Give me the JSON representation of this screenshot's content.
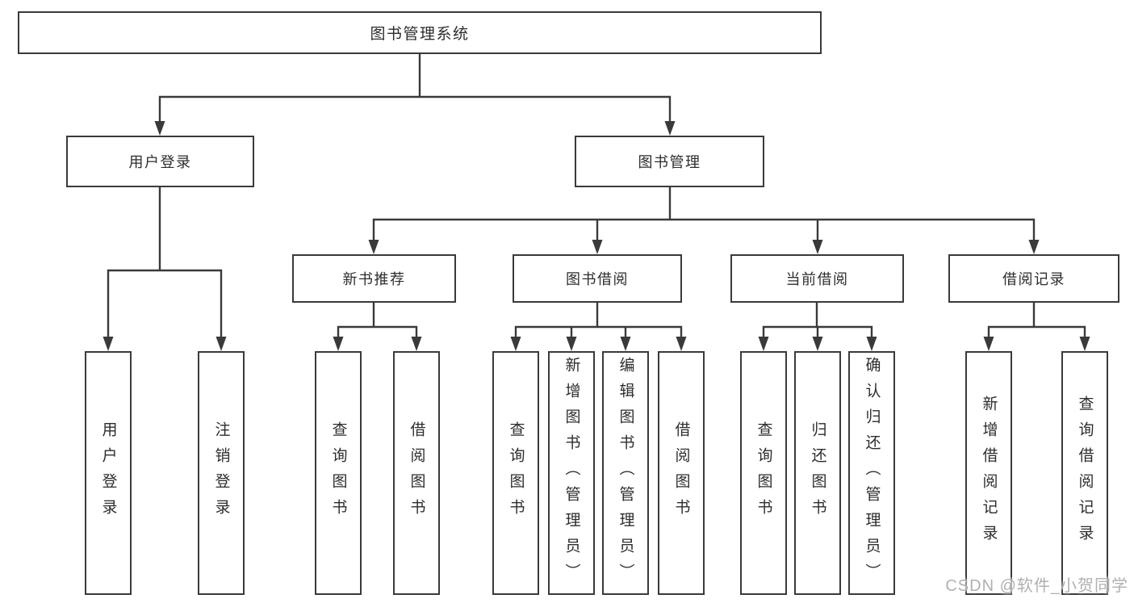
{
  "diagram": {
    "root": "图书管理系统",
    "branches": [
      {
        "label": "用户登录",
        "children": [
          "用户登录",
          "注销登录"
        ]
      },
      {
        "label": "图书管理",
        "children": [
          {
            "label": "新书推荐",
            "children": [
              "查询图书",
              "借阅图书"
            ]
          },
          {
            "label": "图书借阅",
            "children": [
              "查询图书",
              "新增图书（管理员）",
              "编辑图书（管理员）",
              "借阅图书"
            ]
          },
          {
            "label": "当前借阅",
            "children": [
              "查询图书",
              "归还图书",
              "确认归还（管理员）"
            ]
          },
          {
            "label": "借阅记录",
            "children": [
              "新增借阅记录",
              "查询借阅记录"
            ]
          }
        ]
      }
    ]
  },
  "watermark": {
    "text": "CSDN @软件_小贺同学"
  },
  "colors": {
    "line": "#3a3a3a",
    "text": "#2d2d2d",
    "box_background": "#ffffff",
    "watermark": "#b0b0b0",
    "page_background": "#ffffff"
  }
}
